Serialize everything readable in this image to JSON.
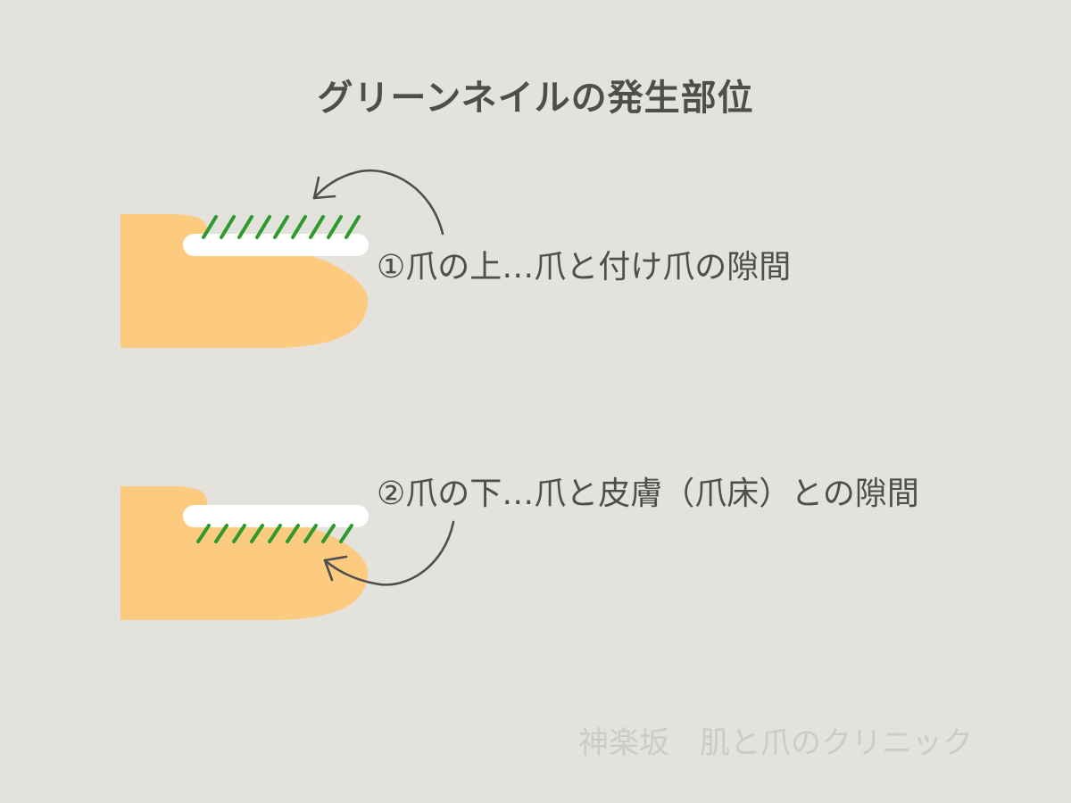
{
  "title": "グリーンネイルの発生部位",
  "labels": {
    "above_nail": "①爪の上…爪と付け爪の隙間",
    "below_nail": "②爪の下…爪と皮膚（爪床）との隙間"
  },
  "watermark": "神楽坂　肌と爪のクリニック",
  "colors": {
    "background": "#e4e2dc",
    "finger": "#fdcb7f",
    "nail": "#ffffff",
    "bacteria": "#2e9a2e",
    "arrow": "#4f4e4c",
    "text": "#4f4e4c",
    "watermark": "#cdcbc5"
  }
}
